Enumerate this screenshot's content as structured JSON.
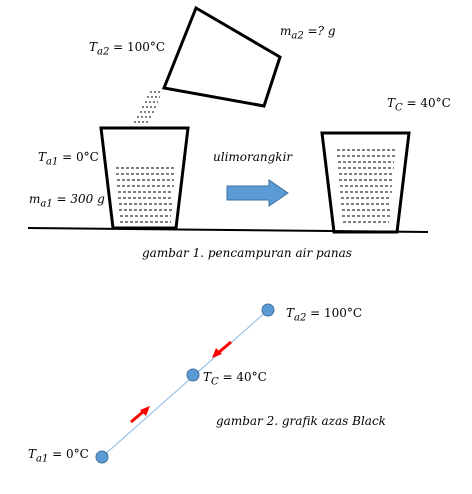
{
  "figure1": {
    "ta2_label": "T",
    "ta2_sub": "a2",
    "ta2_value": " = 100°C",
    "ma2_label": "m",
    "ma2_sub": "a2",
    "ma2_value": " =? g",
    "ta1_label": "T",
    "ta1_sub": "a1",
    "ta1_value": " = 0°C",
    "ma1_label": "m",
    "ma1_sub": "a1",
    "ma1_value": " = 300 g",
    "tc_label": "T",
    "tc_sub": "C",
    "tc_value": " = 40°C",
    "arrow_word": "ulimorangkir",
    "caption": "gambar 1. pencampuran air panas"
  },
  "figure2": {
    "ta2_label": "T",
    "ta2_sub": "a2",
    "ta2_value": " = 100°C",
    "tc_label": "T",
    "tc_sub": "C",
    "tc_value": " = 40°C",
    "ta1_label": "T",
    "ta1_sub": "a1",
    "ta1_value": " = 0°C",
    "caption": "gambar 2. grafik azas Black"
  },
  "colors": {
    "arrow_fill": "#5B9BD5",
    "arrow_stroke": "#41719C",
    "point_fill": "#5B9BD5",
    "point_stroke": "#41719C",
    "line": "#9DC3E6",
    "red_arrow": "#FF0000"
  }
}
